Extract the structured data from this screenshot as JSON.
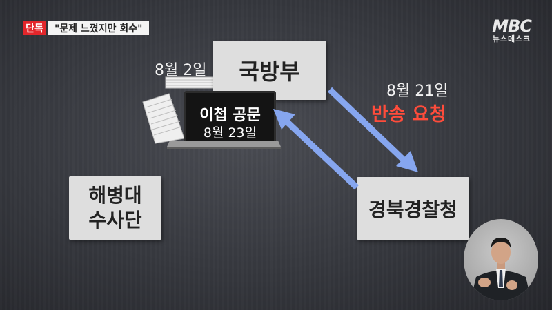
{
  "badge": {
    "label": "단독"
  },
  "headline": {
    "text": "\"문제 느꼈지만 회수\""
  },
  "logo": {
    "brand": "MBC",
    "sub": "뉴스데스크"
  },
  "nodes": {
    "mnd": "국방부",
    "police": "경북경찰청",
    "marine_line1": "해병대",
    "marine_line2": "수사단"
  },
  "laptop": {
    "title": "이첩 공문",
    "date": "8월 23일"
  },
  "annotations": {
    "aug2": "8월 2일",
    "aug21": "8월 21일",
    "return_request": "반송 요청"
  },
  "colors": {
    "arrow": "#86a6ef",
    "highlight_text": "#ff4c3b",
    "badge": "#e3262b"
  }
}
